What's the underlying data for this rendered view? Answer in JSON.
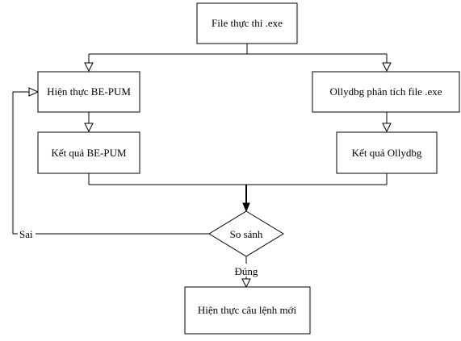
{
  "diagram": {
    "nodes": {
      "exe_file": "File thực thi .exe",
      "bepum_impl": "Hiện thực BE-PUM",
      "ollydbg_analyze": "Ollydbg phân tích file .exe",
      "bepum_result": "Kết quả BE-PUM",
      "ollydbg_result": "Kết quả Ollydbg",
      "compare": "So sánh",
      "new_statement": "Hiện thực câu lệnh mới"
    },
    "edge_labels": {
      "false": "Sai",
      "true": "Đúng"
    },
    "colors": {
      "stroke": "#000000",
      "fill": "#ffffff"
    }
  }
}
